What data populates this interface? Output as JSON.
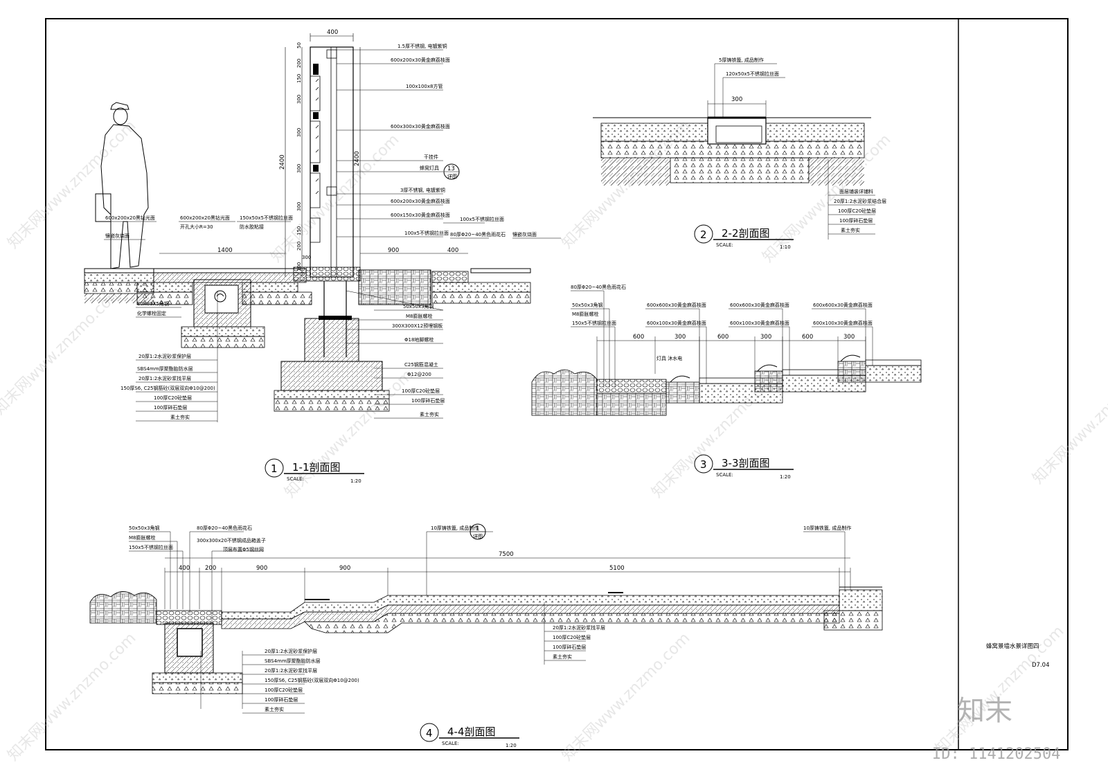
{
  "sheet": {
    "title": "蜂窝景墙水景详图四",
    "number": "D7.04"
  },
  "watermark": {
    "text": "知末网www.znzmo.com",
    "logo": "知末",
    "id": "ID: 1141202504"
  },
  "sections": {
    "s1": {
      "num": "1",
      "title": "1-1剖面图",
      "scale_label": "SCALE:",
      "scale": "1:20"
    },
    "s2": {
      "num": "2",
      "title": "2-2剖面图",
      "scale_label": "SCALE:",
      "scale": "1:10"
    },
    "s3": {
      "num": "3",
      "title": "3-3剖面图",
      "scale_label": "SCALE:",
      "scale": "1:20"
    },
    "s4": {
      "num": "4",
      "title": "4-4剖面图",
      "scale_label": "SCALE:",
      "scale": "1:20"
    }
  },
  "callouts": {
    "c13": {
      "num": "13",
      "ref": "详图"
    },
    "c1": {
      "num": "1",
      "ref": "详图"
    }
  },
  "dims": {
    "d400top": "400",
    "d2400": "2400",
    "d2400b": "2400",
    "d1400": "1400",
    "d900a": "900",
    "d400b": "400",
    "d50": "50",
    "d200a": "200",
    "d150a": "150",
    "d300a": "300",
    "d300b": "300",
    "d300c": "300",
    "d300d": "300",
    "d150b": "150",
    "d200b": "200",
    "d300e": "300",
    "d300f": "300",
    "d100": "100",
    "d600a": "600",
    "d300g": "300",
    "d600b": "600",
    "d300h": "300",
    "d600c": "600",
    "d300i": "300",
    "d400c": "400",
    "d200c": "200",
    "d900b": "900",
    "d900c": "900",
    "d7500": "7500",
    "d5100": "5100"
  },
  "labels_s1": [
    "1.5厚不锈钢, 电镀紫铜",
    "600x200x30黄金麻荔枝面",
    "100x100x8方管",
    "600x300x30黄金麻荔枝面",
    "干挂件",
    "蜂窝灯具",
    "3厚不锈钢, 电镀紫铜",
    "600x200x30黄金麻荔枝面",
    "600x150x30黄金麻荔枝面",
    "100x5不锈钢拉丝面",
    "100x5不锈钢拉丝面",
    "80厚Φ20~40黑色雨花石",
    "镶嵌灰烧面",
    "600x200x20黑钻光面",
    "镶嵌灰烧面",
    "600x200x20黑钻光面",
    "开孔大小R=30",
    "150x50x5不锈钢拉丝面",
    "防水胶粘接",
    "80X80X5角钢",
    "化学螺栓固定",
    "50x50x3角钢",
    "M8膨胀螺栓",
    "300X300X12预埋钢板",
    "Φ18地脚螺栓",
    "C25钢筋混凝土",
    "Φ12@200",
    "100厚C20砼垫层",
    "100厚碎石垫层",
    "素土夯实",
    "20厚1:2水泥砂浆保护层",
    "SBS4mm厚聚酯胎防水层",
    "20厚1:2水泥砂浆找平层",
    "150厚S6, C25钢筋砼(双层双向Φ10@200)",
    "100厚C20砼垫层",
    "100厚碎石垫层",
    "素土夯实"
  ],
  "labels_s2": [
    "5厚铸铁篦, 成品制作",
    "120x50x5不锈钢拉丝面",
    "面层铺装详铺料",
    "20厚1:2水泥砂浆结合层",
    "100厚C20砼垫层",
    "100厚碎石垫层",
    "素土夯实"
  ],
  "labels_s3": [
    "80厚Φ20~40黑色雨花石",
    "50x50x3角钢",
    "M8膨胀螺栓",
    "150x5不锈钢拉丝面",
    "灯具 沐水电",
    "600x600x30黄金麻荔枝面",
    "600x100x30黄金麻荔枝面",
    "600x600x30黄金麻荔枝面",
    "600x100x30黄金麻荔枝面",
    "600x600x30黄金麻荔枝面",
    "600x100x30黄金麻荔枝面"
  ],
  "labels_s4": [
    "50x50x3角钢",
    "M8膨胀螺栓",
    "150x5不锈钢拉丝面",
    "80厚Φ20~40黑色雨花石",
    "300x300x20不锈钢成品箱盖子",
    "顶层布置Φ5钢丝网",
    "10厚铸铁篦, 成品制作",
    "10厚铸铁篦, 成品制作",
    "20厚1:2水泥砂浆找平层",
    "100厚C20砼垫层",
    "100厚碎石垫层",
    "素土夯实",
    "20厚1:2水泥砂浆保护层",
    "SBS4mm厚聚酯胎防水层",
    "20厚1:2水泥砂浆找平层",
    "150厚S6, C25钢筋砼(双层双向Φ10@200)",
    "100厚C20砼垫层",
    "100厚碎石垫层",
    "素土夯实"
  ]
}
